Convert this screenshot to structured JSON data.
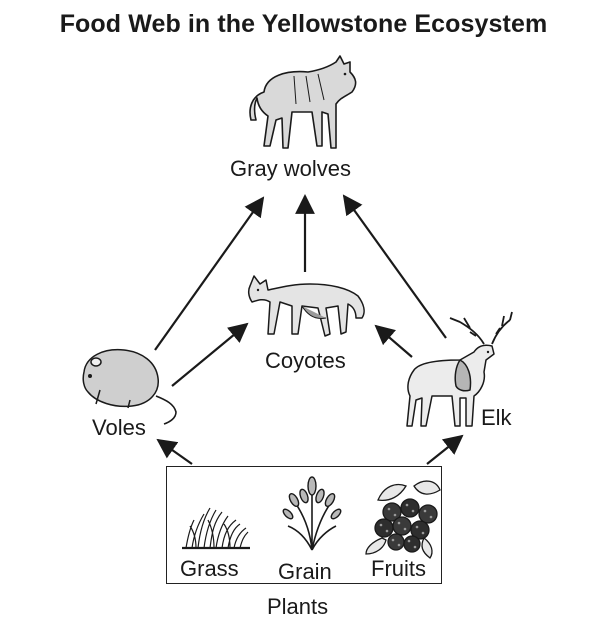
{
  "title": "Food Web in the Yellowstone Ecosystem",
  "organisms": {
    "gray_wolves": "Gray wolves",
    "coyotes": "Coyotes",
    "voles": "Voles",
    "elk": "Elk"
  },
  "plants": {
    "group_label": "Plants",
    "grass": "Grass",
    "grain": "Grain",
    "fruits": "Fruits"
  },
  "icons": {
    "wolf": "wolf-icon",
    "coyote": "coyote-icon",
    "vole": "vole-icon",
    "elk": "elk-icon",
    "grass": "grass-icon",
    "grain": "grain-icon",
    "fruits": "fruits-icon"
  },
  "energy_flow": [
    {
      "from": "voles",
      "to": "gray_wolves"
    },
    {
      "from": "coyotes",
      "to": "gray_wolves"
    },
    {
      "from": "elk",
      "to": "gray_wolves"
    },
    {
      "from": "voles",
      "to": "coyotes"
    },
    {
      "from": "elk",
      "to": "coyotes"
    },
    {
      "from": "plants",
      "to": "voles"
    },
    {
      "from": "plants",
      "to": "elk"
    }
  ]
}
